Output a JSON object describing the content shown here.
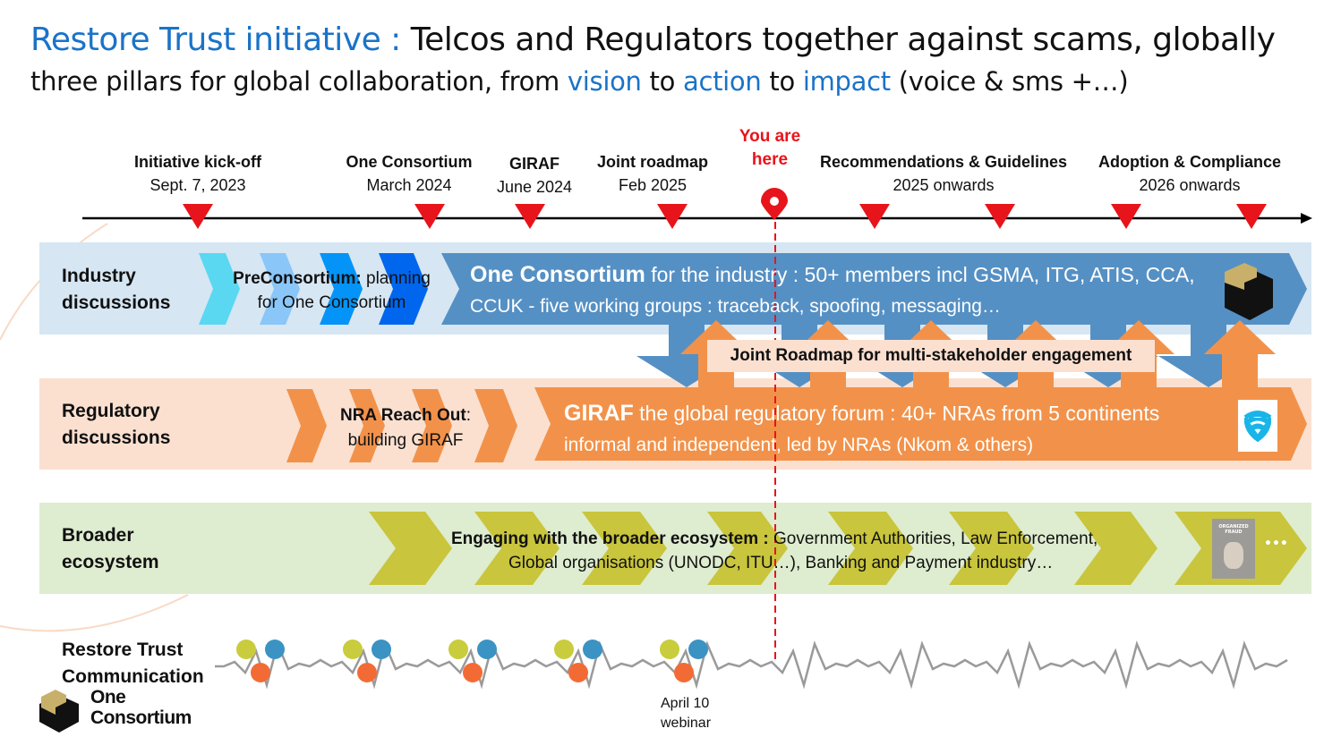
{
  "title": {
    "highlight": "Restore Trust initiative :",
    "rest": " Telcos and Regulators together against scams, globally"
  },
  "subtitle": {
    "p1": "three pillars for global collaboration, from ",
    "vision": "vision",
    "p2": " to ",
    "action": "action",
    "p3": " to ",
    "impact": "impact",
    "p4": " (voice & sms +…)"
  },
  "timeline": {
    "milestones": [
      {
        "title": "Initiative kick-off",
        "date": "Sept. 7, 2023"
      },
      {
        "title": "One Consortium",
        "date": "March 2024"
      },
      {
        "title": "GIRAF",
        "date": "June 2024"
      },
      {
        "title": "Joint roadmap",
        "date": "Feb 2025"
      },
      {
        "title": "Recommendations & Guidelines",
        "date": "2025 onwards"
      },
      {
        "title": "Adoption & Compliance",
        "date": "2026 onwards"
      }
    ],
    "you_are_here": {
      "line1": "You are",
      "line2": "here"
    }
  },
  "rows": {
    "industry": {
      "label1": "Industry",
      "label2": "discussions",
      "pre_bold": "PreConsortium:",
      "pre_rest": " planning",
      "pre_line2": "for One Consortium",
      "main_bold": "One Consortium",
      "main_rest": " for the industry : 50+ members incl GSMA, ITG, ATIS, CCA,",
      "main_line2": "CCUK - five working groups : traceback, spoofing, messaging…"
    },
    "joint": {
      "label": "Joint Roadmap for multi-stakeholder engagement"
    },
    "regulatory": {
      "label1": "Regulatory",
      "label2": "discussions",
      "nra_bold": "NRA Reach Out",
      "nra_rest": ":",
      "nra_line2": "building GIRAF",
      "main_bold": "GIRAF",
      "main_rest": " the global regulatory forum : 40+ NRAs from 5 continents",
      "main_line2": "informal and independent, led by NRAs (Nkom & others)"
    },
    "broader": {
      "label1": "Broader",
      "label2": "ecosystem",
      "bold": "Engaging with the broader ecosystem :",
      "rest": " Government Authorities, Law Enforcement,",
      "line2": "Global organisations (UNODC, ITU…),  Banking and Payment industry…",
      "more": "•••",
      "report_title": "ORGANIZED FRAUD"
    },
    "communication": {
      "label1": "Restore Trust",
      "label2": "Communication",
      "webinar1": "April 10",
      "webinar2": "webinar"
    }
  },
  "logo": {
    "line1": "One",
    "line2": "Consortium"
  },
  "colors": {
    "accent": "#1a73c8",
    "red": "#e8141b",
    "industry_band": "#d6e6f3",
    "industry_arrow": "#5590c4",
    "reg_band": "#fbe0d0",
    "reg_arrow": "#f2924a",
    "broad_band": "#deeccf",
    "broad_arrow": "#c9c53c"
  }
}
